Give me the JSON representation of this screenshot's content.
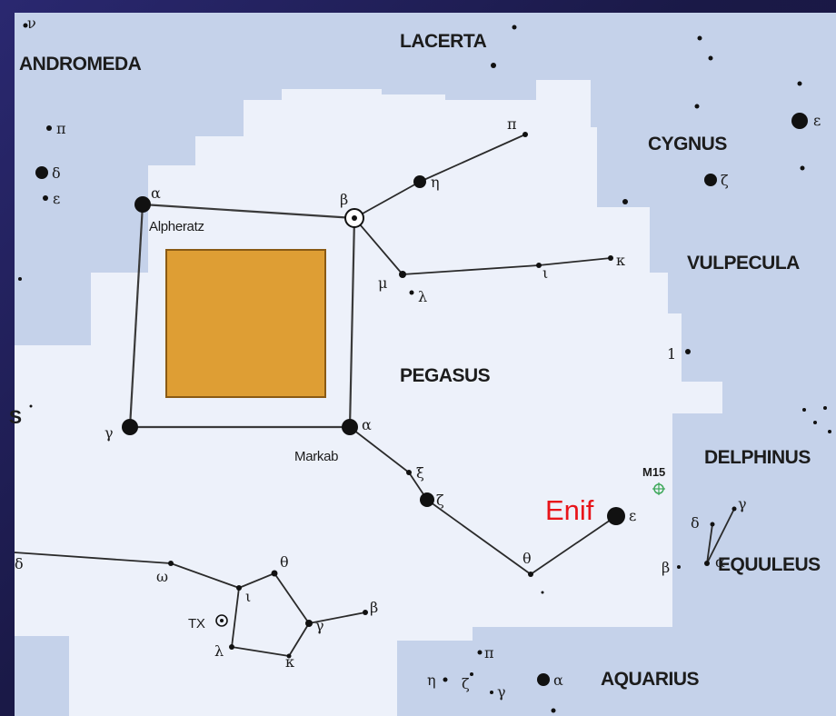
{
  "constellations": {
    "andromeda": "ANDROMEDA",
    "lacerta": "LACERTA",
    "cygnus": "CYGNUS",
    "vulpecula": "VULPECULA",
    "pegasus": "PEGASUS",
    "delphinus": "DELPHINUS",
    "equuleus": "EQUULEUS",
    "aquarius": "AQUARIUS",
    "partial_left": "S"
  },
  "star_names": {
    "alpheratz": "Alpheratz",
    "markab": "Markab",
    "tx": "TX",
    "enif": "Enif"
  },
  "greek": {
    "alpha": "α",
    "beta": "β",
    "gamma": "γ",
    "delta": "δ",
    "epsilon": "ε",
    "zeta": "ζ",
    "eta": "η",
    "theta": "θ",
    "iota": "ι",
    "kappa": "κ",
    "lambda": "λ",
    "mu": "μ",
    "xi": "ξ",
    "pi": "π",
    "omega": "ω",
    "nu": "ν"
  },
  "numeric_labels": {
    "one": "1"
  },
  "objects": {
    "m15": "M15"
  },
  "colors": {
    "sky_light": "#edf1fa",
    "sky_blue": "#c5d2ea",
    "highlight_square": "#de9e34",
    "enif_red": "#e8141a",
    "m15_green": "#3ea85a"
  }
}
